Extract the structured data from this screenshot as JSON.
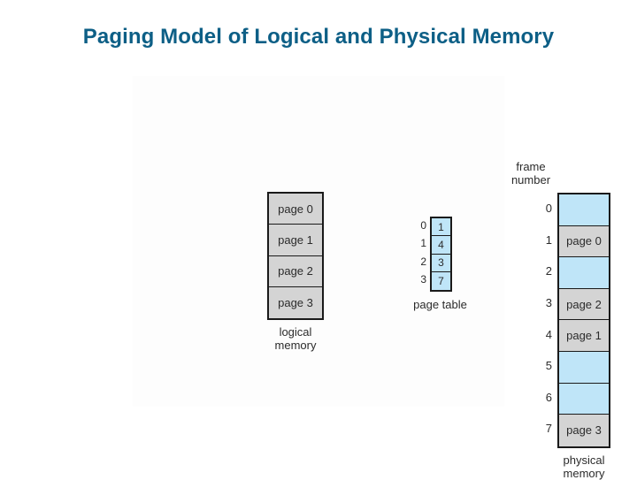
{
  "slide": {
    "title": "Paging Model of Logical and Physical Memory",
    "title_color": "#0d5f86"
  },
  "colors": {
    "cell_used": "#d4d4d4",
    "cell_free": "#bfe5f8",
    "border": "#1a1a1a",
    "text": "#2b2b2b"
  },
  "logical_memory": {
    "caption_line1": "logical",
    "caption_line2": "memory",
    "cells": [
      {
        "label": "page 0"
      },
      {
        "label": "page 1"
      },
      {
        "label": "page 2"
      },
      {
        "label": "page 3"
      }
    ]
  },
  "page_table": {
    "caption": "page table",
    "rows": [
      {
        "index": "0",
        "value": "1"
      },
      {
        "index": "1",
        "value": "4"
      },
      {
        "index": "2",
        "value": "3"
      },
      {
        "index": "3",
        "value": "7"
      }
    ]
  },
  "physical_memory": {
    "header_line1": "frame",
    "header_line2": "number",
    "caption_line1": "physical",
    "caption_line2": "memory",
    "frames": [
      {
        "number": "0",
        "label": "",
        "free": true
      },
      {
        "number": "1",
        "label": "page 0",
        "free": false
      },
      {
        "number": "2",
        "label": "",
        "free": true
      },
      {
        "number": "3",
        "label": "page 2",
        "free": false
      },
      {
        "number": "4",
        "label": "page 1",
        "free": false
      },
      {
        "number": "5",
        "label": "",
        "free": true
      },
      {
        "number": "6",
        "label": "",
        "free": true
      },
      {
        "number": "7",
        "label": "page 3",
        "free": false
      }
    ]
  }
}
